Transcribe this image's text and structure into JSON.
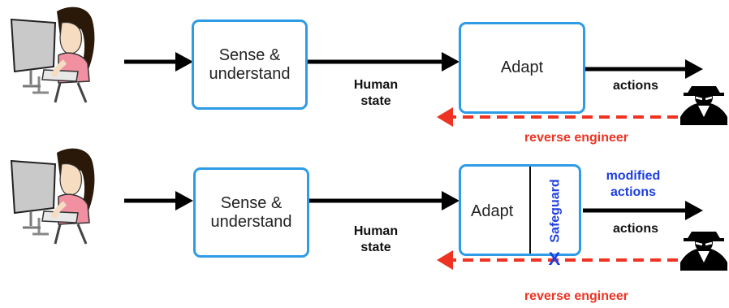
{
  "colors": {
    "box_border": "#2e9be6",
    "arrow": "#000000",
    "reverse": "#ee3322",
    "safeguard": "#1e3fe0"
  },
  "top": {
    "sense_label": "Sense &\nunderstand",
    "adapt_label": "Adapt",
    "human_state_label": "Human\nstate",
    "actions_label": "actions",
    "reverse_label": "reverse engineer"
  },
  "bottom": {
    "sense_label": "Sense &\nunderstand",
    "adapt_label": "Adapt",
    "safeguard_label": "Safeguard",
    "modified_label": "modified\nactions",
    "human_state_label": "Human\nstate",
    "actions_label": "actions",
    "reverse_label": "reverse engineer",
    "block_mark": "X"
  },
  "icons": [
    "user-at-computer-icon",
    "attacker-icon"
  ]
}
